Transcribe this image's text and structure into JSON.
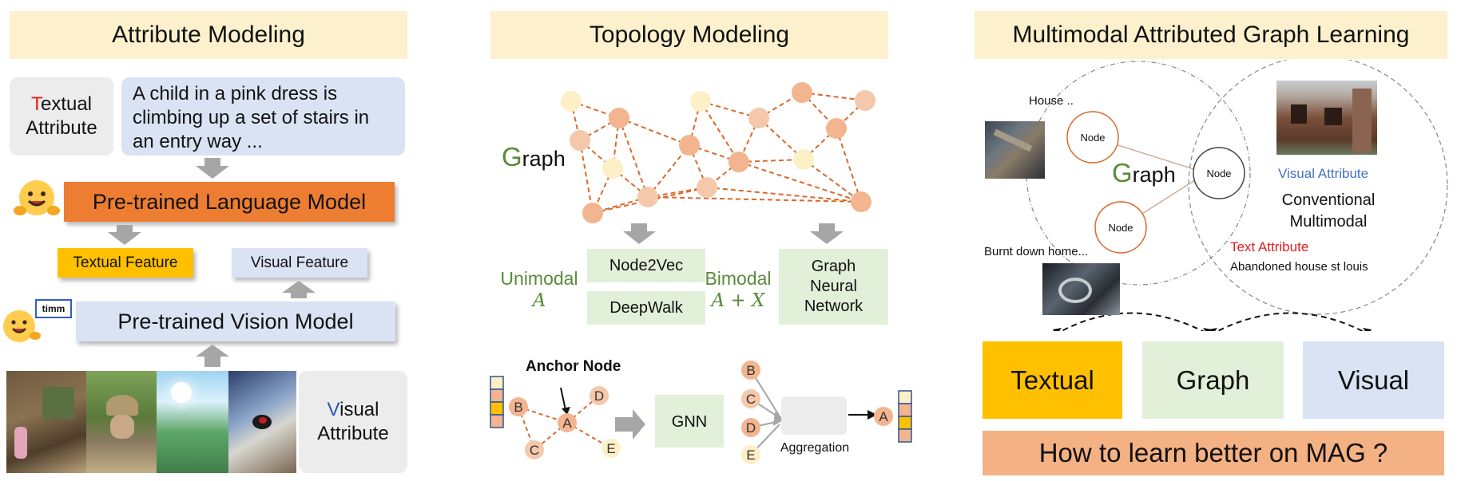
{
  "panel1": {
    "title": "Attribute Modeling",
    "textual_attr_first": "T",
    "textual_attr_rest": "extual",
    "textual_attr_line2": "Attribute",
    "caption": "A child in a pink dress is climbing up a set of stairs in an entry way ...",
    "plm": "Pre-trained Language Model",
    "textual_feature": "Textual Feature",
    "visual_feature": "Visual Feature",
    "pvm": "Pre-trained Vision Model",
    "timm_badge": "timm",
    "visual_attr_first": "V",
    "visual_attr_rest": "isual",
    "visual_attr_line2": "Attribute"
  },
  "panel2": {
    "title": "Topology Modeling",
    "graph_first": "G",
    "graph_rest": "raph",
    "unimodal": "Unimodal",
    "unimodal_sym": "A",
    "node2vec": "Node2Vec",
    "deepwalk": "DeepWalk",
    "bimodal": "Bimodal",
    "bimodal_sym": "A + X",
    "gnn_box": [
      "Graph",
      "Neural",
      "Network"
    ],
    "anchor_node": "Anchor Node",
    "gnn": "GNN",
    "aggregation": "Aggregation",
    "node_letters": [
      "B",
      "A",
      "D",
      "C",
      "E"
    ],
    "agg_letters": [
      "B",
      "C",
      "D",
      "E"
    ],
    "output_letter": "A"
  },
  "panel3": {
    "title": "Multimodal Attributed Graph Learning",
    "house_label": "House ..",
    "burnt_label": "Burnt down home...",
    "node": "Node",
    "graph_first": "G",
    "graph_rest": "raph",
    "visual_attribute": "Visual Attribute",
    "conventional": [
      "Conventional",
      "Multimodal"
    ],
    "text_attribute": "Text Attribute",
    "abandoned": "Abandoned house st louis",
    "textual": "Textual",
    "graph": "Graph",
    "visual": "Visual",
    "question": "How to learn better on MAG ?"
  },
  "colors": {
    "header_bg": "#fdf1cd",
    "plm_orange": "#ed7d31",
    "feature_yellow": "#ffc000",
    "vision_blue": "#dae3f3",
    "green_box": "#e2f0d9",
    "node_orange": "#f2b58f",
    "node_light": "#fdf0c6",
    "edge_orange": "#d9692b",
    "salmon": "#f4b183",
    "visual_attr_blue": "#4472c4",
    "text_attr_red": "#e01e1e"
  }
}
